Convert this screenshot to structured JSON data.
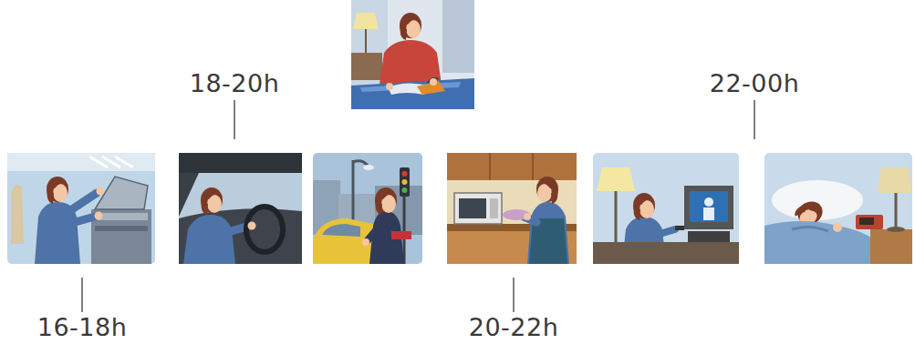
{
  "diagram": {
    "labels": [
      "18-20h",
      "22-00h",
      "16-18h",
      "20-22h"
    ]
  }
}
